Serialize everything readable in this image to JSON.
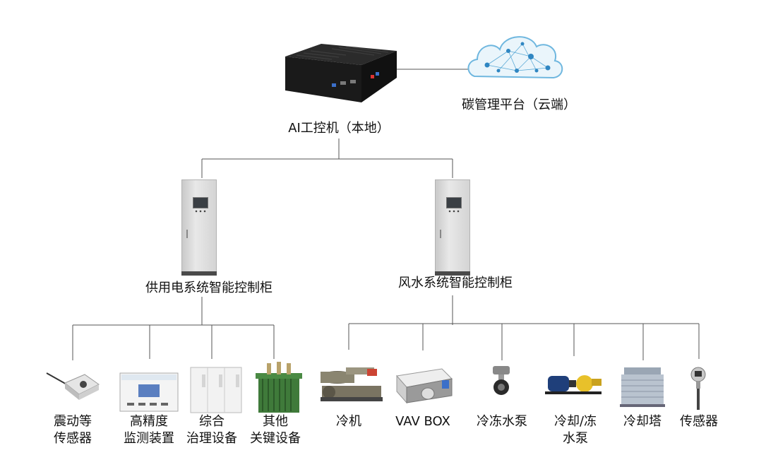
{
  "nodes": {
    "ai_pc": "AI工控机（本地）",
    "cloud": "碳管理平台（云端）",
    "power_cabinet": "供用电系统智能控制柜",
    "hvac_cabinet": "风水系统智能控制柜"
  },
  "power_devices": [
    {
      "line1": "震动等",
      "line2": "传感器"
    },
    {
      "line1": "高精度",
      "line2": "监测装置"
    },
    {
      "line1": "综合",
      "line2": "治理设备"
    },
    {
      "line1": "其他",
      "line2": "关键设备"
    }
  ],
  "hvac_devices": [
    {
      "line1": "冷机",
      "line2": ""
    },
    {
      "line1": "VAV BOX",
      "line2": ""
    },
    {
      "line1": "冷冻水泵",
      "line2": ""
    },
    {
      "line1": "冷却/冻",
      "line2": "水泵"
    },
    {
      "line1": "冷却塔",
      "line2": ""
    },
    {
      "line1": "传感器",
      "line2": ""
    }
  ],
  "colors": {
    "line": "#555555",
    "cloud": "#5aa9d6",
    "cabinet": "#d9d9d9",
    "device_dark": "#222222"
  }
}
